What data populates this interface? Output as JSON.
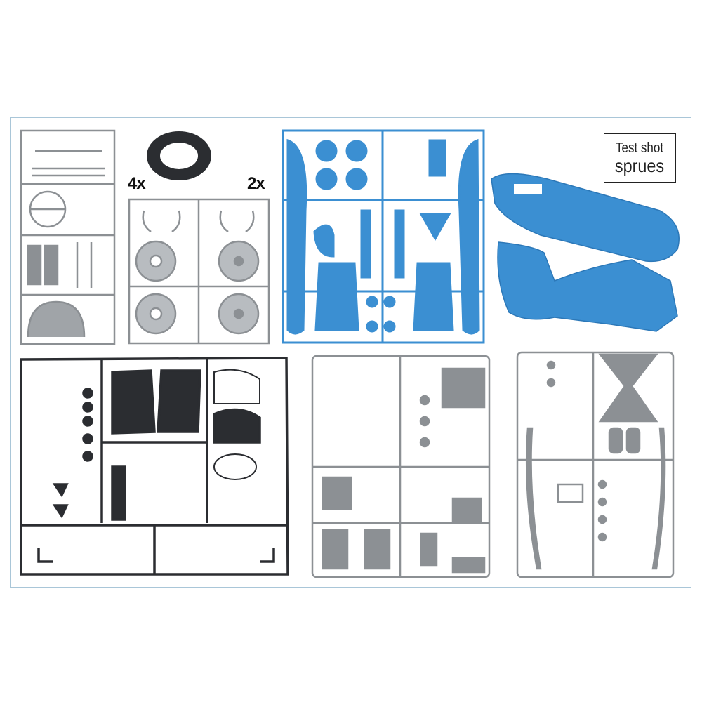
{
  "label": {
    "line1": "Test shot",
    "line2": "sprues"
  },
  "quantities": {
    "tires": "4x",
    "wheel_sprue": "2x"
  },
  "colors": {
    "grey_plastic": "#8c9094",
    "blue_plastic": "#3b8fd2",
    "black_plastic": "#2b2d31",
    "frame": "#a9c6d8"
  }
}
